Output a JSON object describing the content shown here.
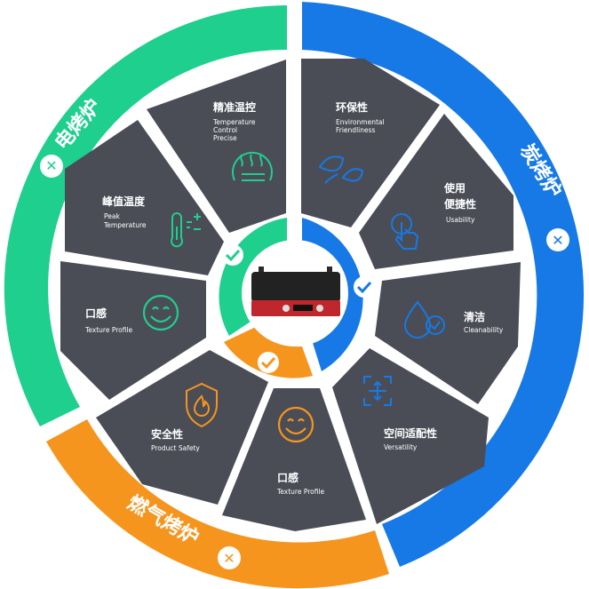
{
  "colors": {
    "green": "#1ecf8e",
    "blue": "#1679e6",
    "orange": "#f5951e",
    "segment": "#4a4d56",
    "icon_orange": "#f5951e",
    "white": "#ffffff"
  },
  "rings": {
    "electric": {
      "label": "电烤炉",
      "icon": "close-icon"
    },
    "charcoal": {
      "label": "炭烤炉",
      "icon": "close-icon"
    },
    "gas": {
      "label": "燃气烤炉",
      "icon": "close-icon"
    }
  },
  "inner_checks": {
    "green": "check-icon",
    "blue": "check-icon",
    "orange": "check-icon"
  },
  "features": {
    "temp_control": {
      "cn": "精准温控",
      "en": [
        "Temperature",
        "Control",
        "Precise"
      ],
      "icon": "thermostat-icon"
    },
    "peak_temp": {
      "cn": "峰值温度",
      "en": [
        "Peak",
        "Temperature"
      ],
      "icon": "thermometer-icon"
    },
    "texture_green": {
      "cn": "口感",
      "en": [
        "Texture Profile"
      ],
      "icon": "smiley-icon"
    },
    "eco": {
      "cn": "环保性",
      "en": [
        "Environmental",
        "Friendliness"
      ],
      "icon": "leaf-icon"
    },
    "usability": {
      "cn": [
        "使用",
        "便捷性"
      ],
      "en": [
        "Usability"
      ],
      "icon": "touch-icon"
    },
    "clean": {
      "cn": "清洁",
      "en": [
        "Cleanability"
      ],
      "icon": "clean-icon"
    },
    "versatility": {
      "cn": "空间适配性",
      "en": [
        "Versatility"
      ],
      "icon": "expand-icon"
    },
    "safety": {
      "cn": "安全性",
      "en": [
        "Product Safety"
      ],
      "icon": "fire-shield-icon"
    },
    "texture_orange": {
      "cn": "口感",
      "en": [
        "Texture Profile"
      ],
      "icon": "smiley-icon"
    }
  },
  "product": {
    "icon": "grill-product-icon"
  }
}
